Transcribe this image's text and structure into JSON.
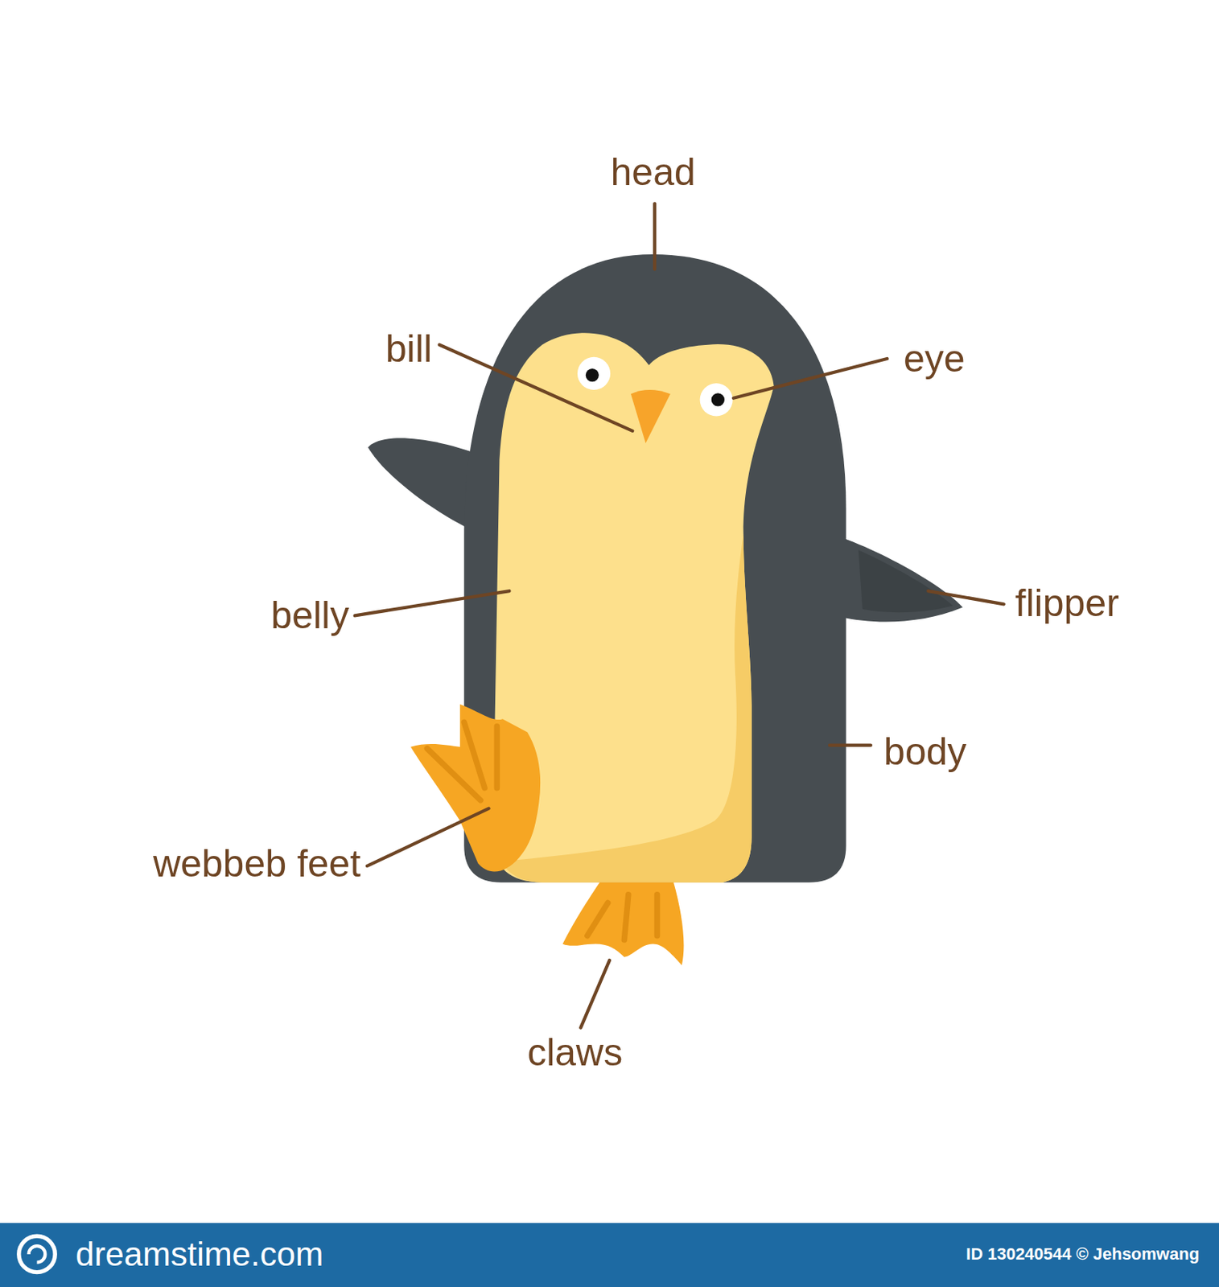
{
  "diagram": {
    "labels": [
      "head",
      "bill",
      "eye",
      "belly",
      "flipper",
      "body",
      "webbeb feet",
      "claws",
      "dreamstime.com",
      "ID 130240544 © Jehsomwang"
    ]
  }
}
